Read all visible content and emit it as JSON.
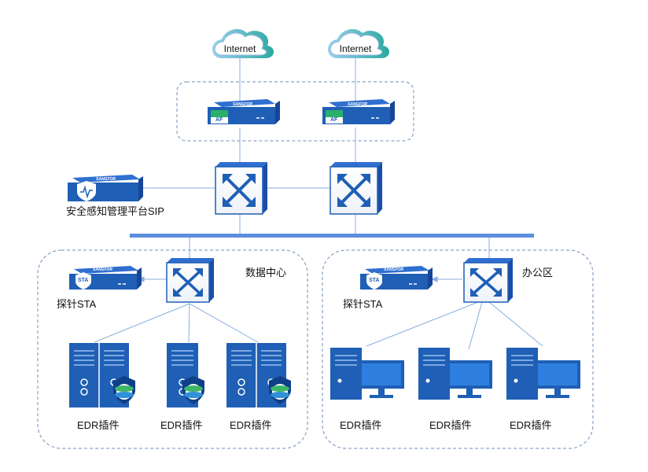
{
  "internet": [
    "Internet",
    "Internet"
  ],
  "af_badge": "AF",
  "sangfor": "SANGFOR",
  "sip_label": "安全感知管理平台SIP",
  "sta_badge": "STA",
  "sta_labels": [
    "探针STA",
    "探针STA"
  ],
  "zones": {
    "datacenter": "数据中心",
    "office": "办公区"
  },
  "edr_labels": [
    "EDR插件",
    "EDR插件",
    "EDR插件",
    "EDR插件",
    "EDR插件",
    "EDR插件"
  ],
  "colors": {
    "primary": "#1f5fb5",
    "dark": "#16459a",
    "accent": "#2f6fd0",
    "teal": "#1aa08c",
    "line": "#8aaee0",
    "bar": "#5b8fdb",
    "dashed": "#6f8fb8"
  }
}
